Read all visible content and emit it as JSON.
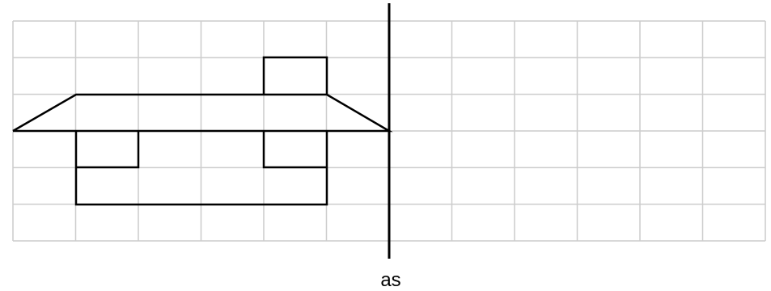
{
  "diagram": {
    "axis_label": "as",
    "grid": {
      "columns": 12,
      "rows": 6
    },
    "colors": {
      "grid": "#cccccc",
      "figure": "#000000",
      "background": "#ffffff"
    }
  }
}
